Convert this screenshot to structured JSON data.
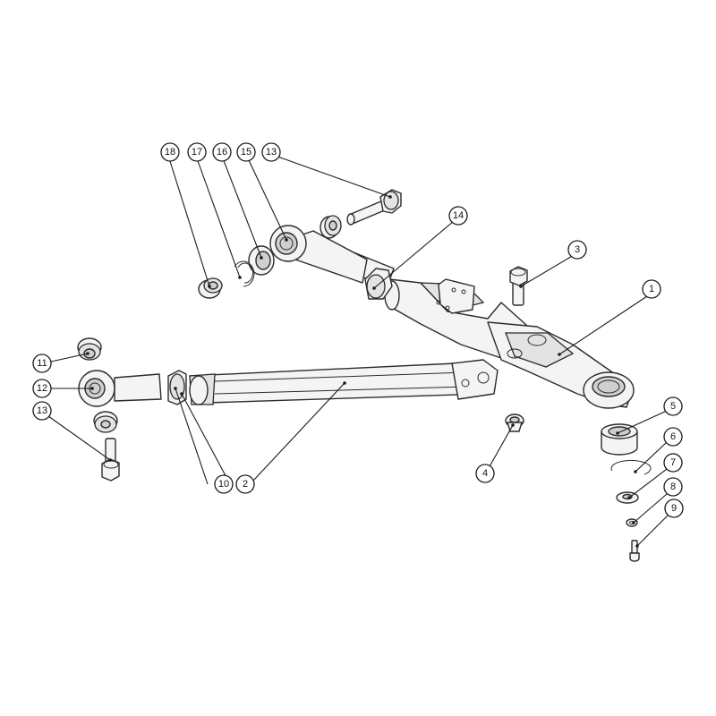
{
  "callouts": [
    {
      "id": "c1",
      "label": "1"
    },
    {
      "id": "c2",
      "label": "2"
    },
    {
      "id": "c3",
      "label": "3"
    },
    {
      "id": "c4",
      "label": "4"
    },
    {
      "id": "c5",
      "label": "5"
    },
    {
      "id": "c6",
      "label": "6"
    },
    {
      "id": "c7",
      "label": "7"
    },
    {
      "id": "c8",
      "label": "8"
    },
    {
      "id": "c9",
      "label": "9"
    },
    {
      "id": "c10",
      "label": "10"
    },
    {
      "id": "c11",
      "label": "11"
    },
    {
      "id": "c12",
      "label": "12"
    },
    {
      "id": "c13a",
      "label": "13"
    },
    {
      "id": "c13b",
      "label": "13"
    },
    {
      "id": "c14",
      "label": "14"
    },
    {
      "id": "c15",
      "label": "15"
    },
    {
      "id": "c16",
      "label": "16"
    },
    {
      "id": "c17",
      "label": "17"
    },
    {
      "id": "c18",
      "label": "18"
    }
  ]
}
